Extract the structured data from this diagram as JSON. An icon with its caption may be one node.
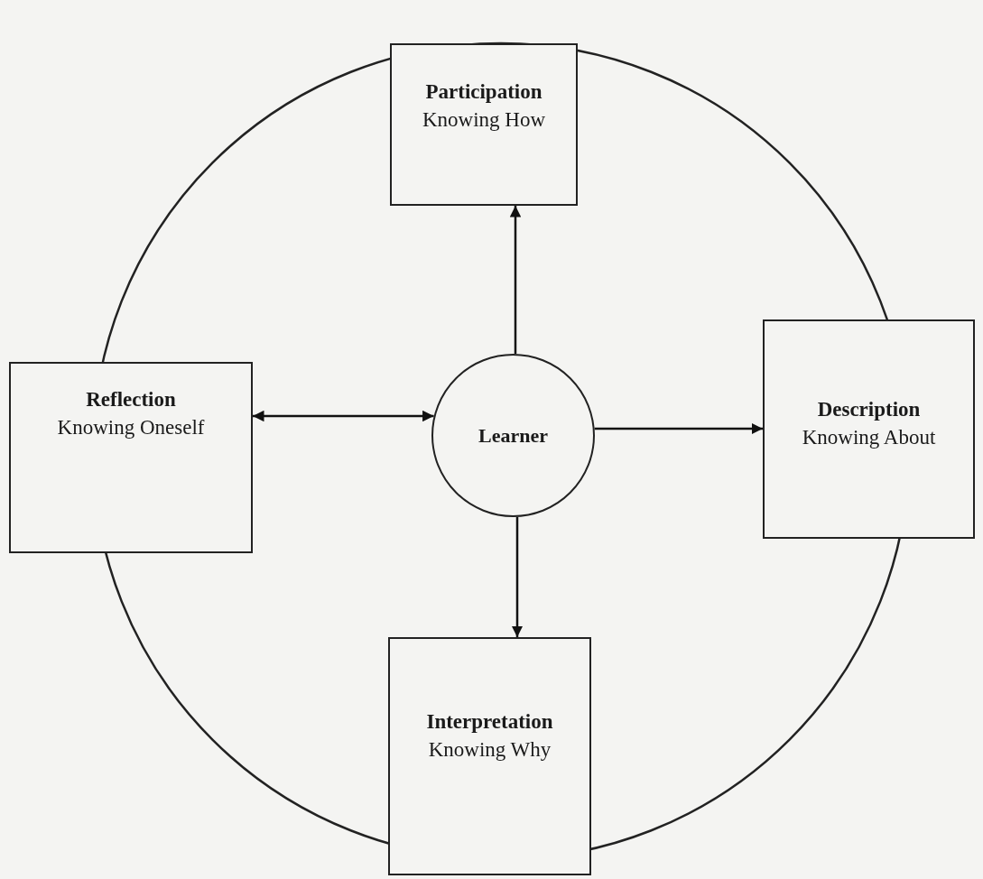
{
  "diagram": {
    "nodes": [
      {
        "text": [
          "Participation",
          "Knowing How"
        ]
      },
      {
        "text": [
          "Reflection",
          "Knowing Oneself"
        ]
      },
      {
        "text": [
          "Learner"
        ]
      },
      {
        "text": [
          "Description",
          "Knowing About"
        ]
      },
      {
        "text": [
          "Interpretation",
          "Knowing Why"
        ]
      }
    ],
    "edges": [
      {
        "from": 2,
        "to": 0,
        "arrow": "to"
      },
      {
        "from": 1,
        "to": 2,
        "arrow": "both"
      },
      {
        "from": 2,
        "to": 3,
        "arrow": "to"
      },
      {
        "from": 2,
        "to": 4,
        "arrow": "to"
      }
    ]
  }
}
